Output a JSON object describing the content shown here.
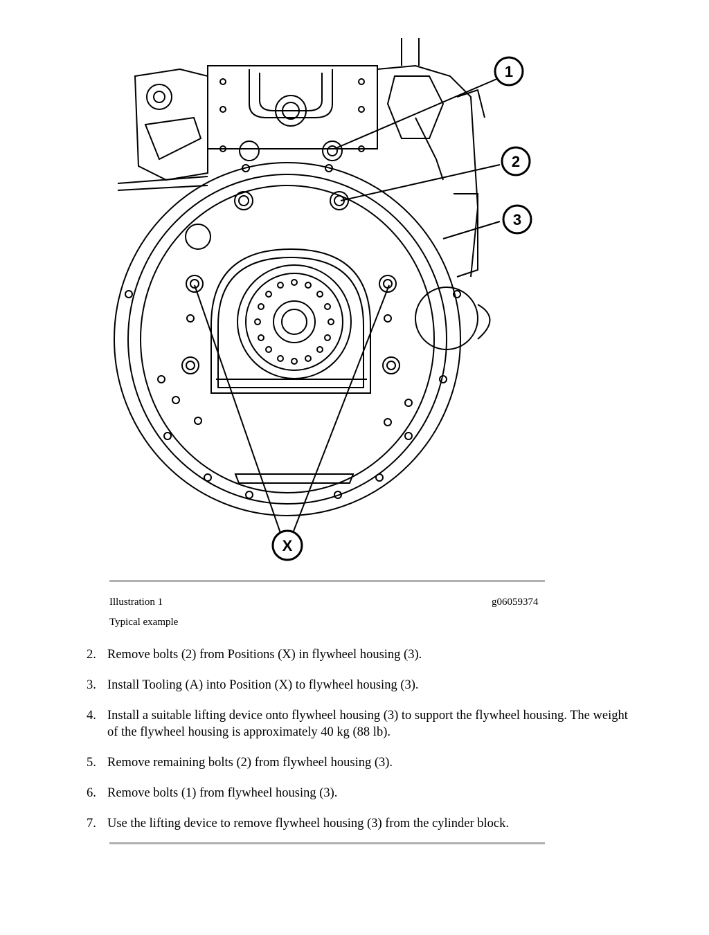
{
  "figure": {
    "callouts": [
      "1",
      "2",
      "3",
      "X"
    ]
  },
  "caption": {
    "label": "Illustration 1",
    "id": "g06059374",
    "subtitle": "Typical example"
  },
  "steps": [
    {
      "num": "2.",
      "text": "Remove bolts (2) from Positions (X) in flywheel housing (3)."
    },
    {
      "num": "3.",
      "text": "Install Tooling (A) into Position (X) to flywheel housing (3)."
    },
    {
      "num": "4.",
      "text": "Install a suitable lifting device onto flywheel housing (3) to support the flywheel housing. The weight of the flywheel housing is approximately 40 kg (88 lb)."
    },
    {
      "num": "5.",
      "text": "Remove remaining bolts (2) from flywheel housing (3)."
    },
    {
      "num": "6.",
      "text": "Remove bolts (1) from flywheel housing (3)."
    },
    {
      "num": "7.",
      "text": "Use the lifting device to remove flywheel housing (3) from the cylinder block."
    }
  ]
}
